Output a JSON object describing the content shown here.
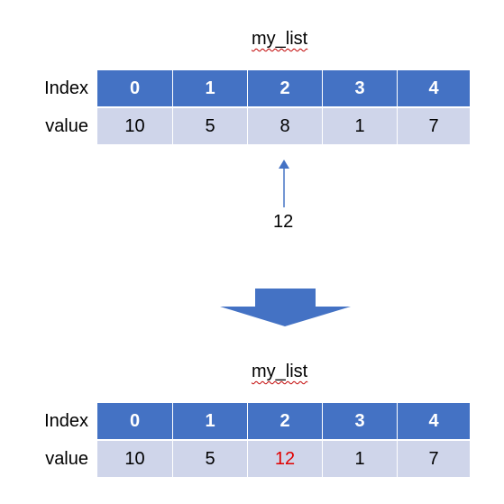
{
  "top": {
    "title": "my_list",
    "index_label": "Index",
    "value_label": "value",
    "indices": [
      "0",
      "1",
      "2",
      "3",
      "4"
    ],
    "values": [
      "10",
      "5",
      "8",
      "1",
      "7"
    ]
  },
  "insert": {
    "value": "12"
  },
  "bottom": {
    "title": "my_list",
    "index_label": "Index",
    "value_label": "value",
    "indices": [
      "0",
      "1",
      "2",
      "3",
      "4"
    ],
    "values": [
      "10",
      "5",
      "12",
      "1",
      "7"
    ],
    "highlight_index": 2
  },
  "colors": {
    "header_fill": "#4472c4",
    "value_fill": "#cfd5ea",
    "highlight_text": "#e00000",
    "arrow": "#4472c4"
  }
}
